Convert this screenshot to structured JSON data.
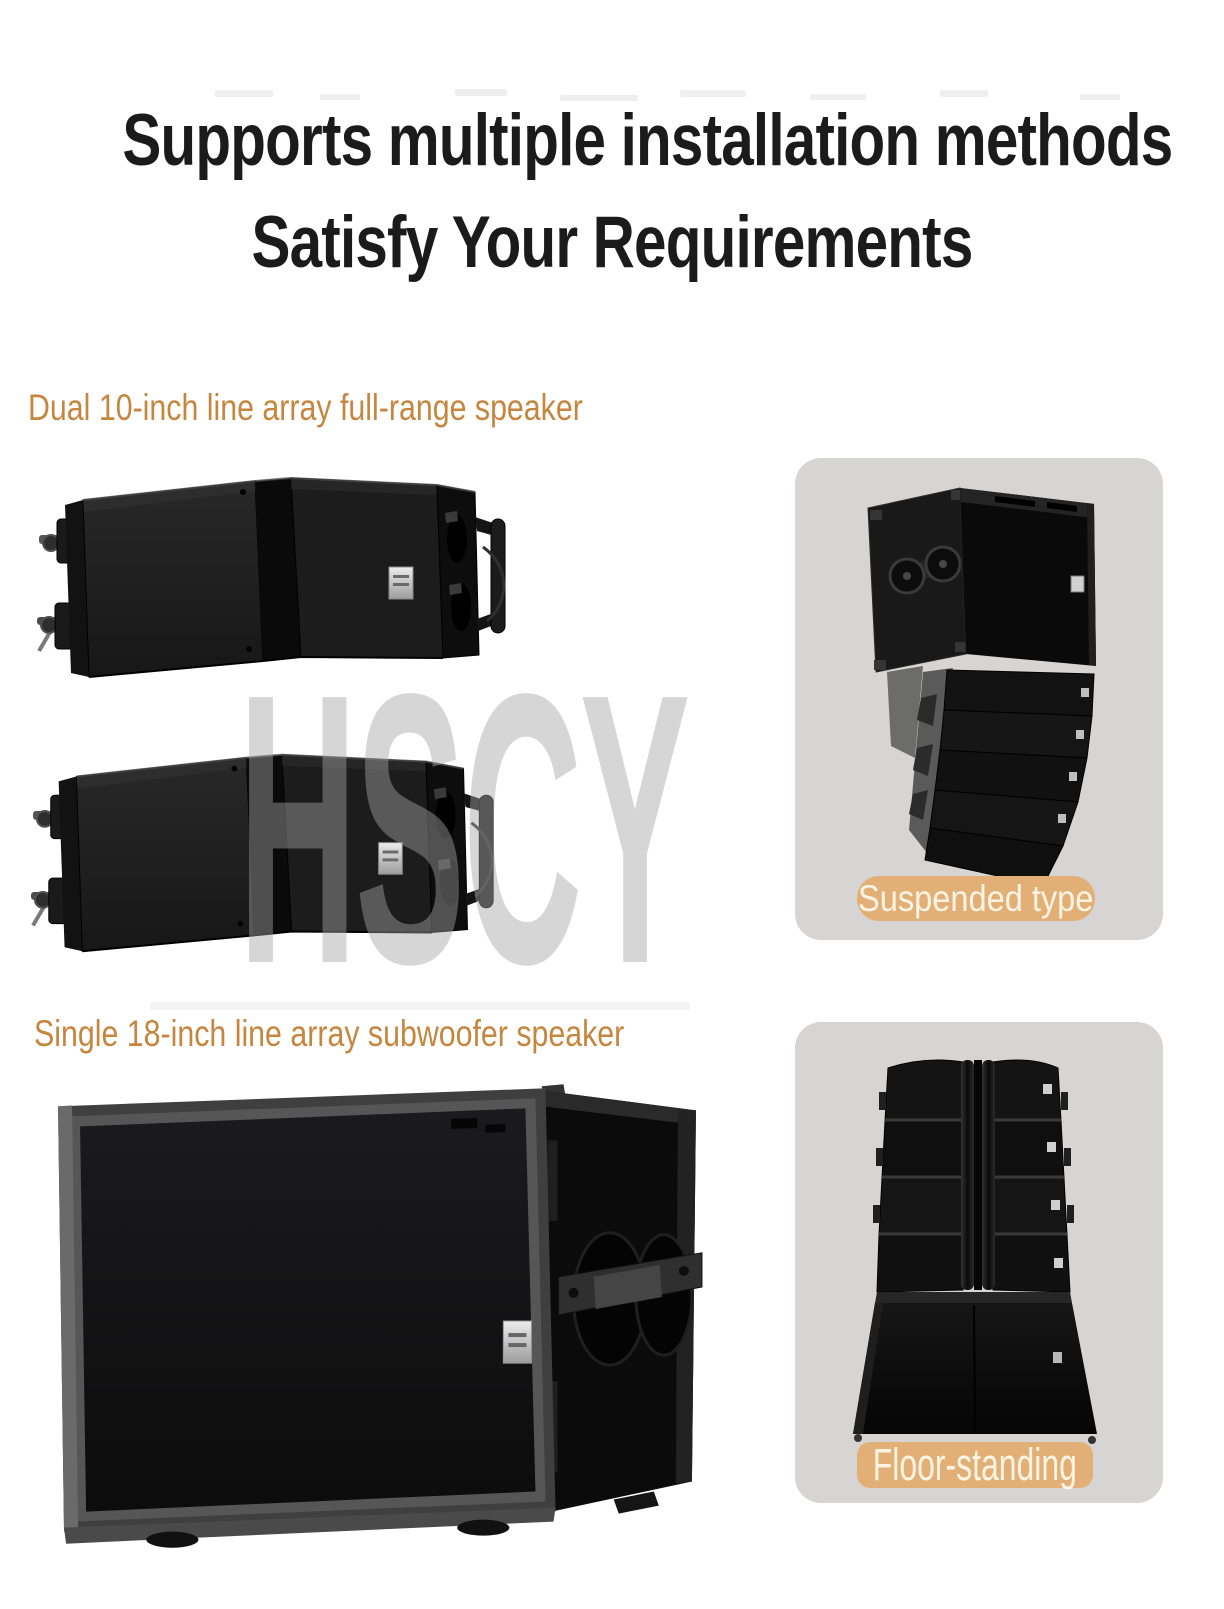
{
  "header": {
    "title_line1": "Supports multiple installation methods",
    "title_line2": "Satisfy Your Requirements"
  },
  "sections": [
    {
      "heading": "Dual 10-inch line array full-range speaker"
    },
    {
      "heading": "Single 18-inch line array subwoofer speaker"
    }
  ],
  "panels": [
    {
      "label": "Suspended type"
    },
    {
      "label": "Floor-standing"
    }
  ],
  "watermark": {
    "text": "HSCY"
  },
  "colors": {
    "title": "#1b1b1b",
    "accent_heading": "#c6863e",
    "badge_bg": "#e2b077",
    "badge_text": "#fdf4e3",
    "panel_bg": "#d6d5d3",
    "watermark": "rgba(165,165,165,0.45)"
  }
}
